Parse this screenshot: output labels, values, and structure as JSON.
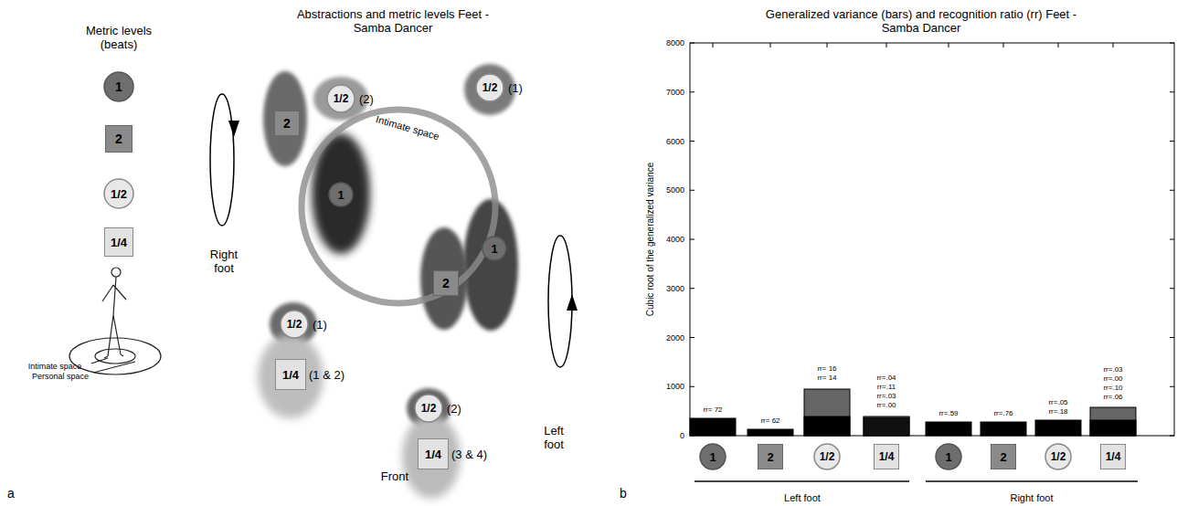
{
  "diagram": {
    "title": "Abstractions and metric levels Feet - Samba Dancer",
    "nodes": [
      {
        "text": [
          "1"
        ]
      },
      {
        "text": [
          "2"
        ]
      },
      {
        "text": [
          "1/2"
        ]
      },
      {
        "text": [
          "1/4"
        ]
      },
      {
        "text": [
          "2"
        ]
      },
      {
        "text": [
          "1/2",
          "(2)"
        ]
      },
      {
        "text": [
          "1"
        ]
      },
      {
        "text": [
          "1/2",
          "(1)"
        ]
      },
      {
        "text": [
          "1"
        ]
      },
      {
        "text": [
          "2"
        ]
      },
      {
        "text": [
          "1/2",
          "(1)"
        ]
      },
      {
        "text": [
          "1/4",
          "(1 & 2)"
        ]
      },
      {
        "text": [
          "1/2",
          "(2)"
        ]
      },
      {
        "text": [
          "1/4",
          "(3 & 4)"
        ]
      },
      {
        "text": [
          "1"
        ]
      },
      {
        "text": [
          "2"
        ]
      },
      {
        "text": [
          "1/2"
        ]
      },
      {
        "text": [
          "1/4"
        ]
      },
      {
        "text": [
          "1"
        ]
      },
      {
        "text": [
          "2"
        ]
      },
      {
        "text": [
          "1/2"
        ]
      },
      {
        "text": [
          "1/4"
        ]
      }
    ],
    "edges": [],
    "labels": [
      "Metric levels (beats)",
      "Intimate space",
      "Intimate space",
      "Personal space",
      "Right foot",
      "Left foot",
      "Front",
      "a",
      "Generalized variance (bars) and recognition ratio (rr) Feet - Samba Dancer",
      "Cubic root of the generalized variance",
      "0",
      "1000",
      "2000",
      "3000",
      "4000",
      "5000",
      "6000",
      "7000",
      "8000",
      "rr= 72",
      "rr= 62",
      "rr= 16",
      "rr= 14",
      "rr=.04",
      "rr=.11",
      "rr=.03",
      "rr=.00",
      "rr=.59",
      "rr=.76",
      "rr=.05",
      "rr=.18",
      "rr=.03",
      "rr=.00",
      "rr=.10",
      "rr=.06",
      "Left foot",
      "Right foot",
      "b"
    ]
  }
}
